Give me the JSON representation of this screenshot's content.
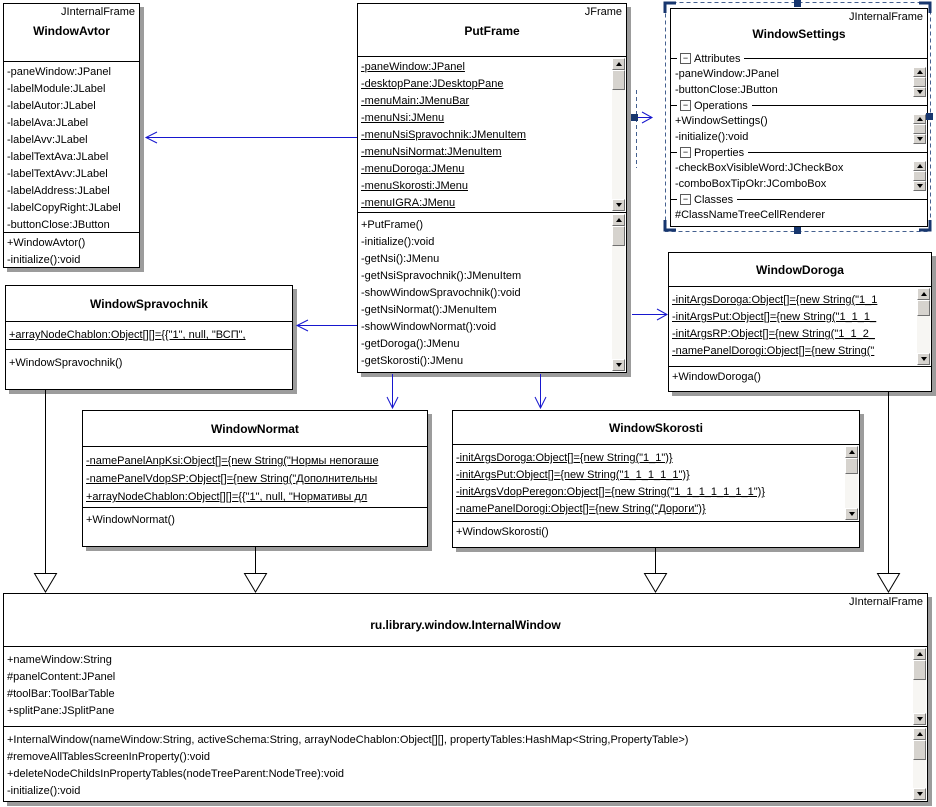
{
  "icons": {
    "minus": "−",
    "scroll_up": "up-triangle",
    "scroll_down": "down-triangle"
  },
  "colors": {
    "association_arrow": "#1717CE",
    "generalization_line": "#000000",
    "selection_border": "#44608f",
    "selection_handle": "#17366e",
    "box_shadow": "#9c9c9c"
  },
  "classes": {
    "window_avtor": {
      "stereotype": "JInternalFrame",
      "name": "WindowAvtor",
      "attributes": [
        "-paneWindow:JPanel",
        "-labelModule:JLabel",
        "-labelAutor:JLabel",
        "-labelAva:JLabel",
        "-labelAvv:JLabel",
        "-labelTextAva:JLabel",
        "-labelTextAvv:JLabel",
        "-labelAddress:JLabel",
        "-labelCopyRight:JLabel",
        "-buttonClose:JButton"
      ],
      "methods": [
        "+WindowAvtor()",
        "-initialize():void"
      ]
    },
    "put_frame": {
      "stereotype": "JFrame",
      "name": "PutFrame",
      "attributes": [
        "-paneWindow:JPanel",
        "-desktopPane:JDesktopPane",
        "-menuMain:JMenuBar",
        "-menuNsi:JMenu",
        "-menuNsiSpravochnik:JMenuItem",
        "-menuNsiNormat:JMenuItem",
        "-menuDoroga:JMenu",
        "-menuSkorosti:JMenu",
        "-menuIGRA:JMenu"
      ],
      "methods": [
        "+PutFrame()",
        "-initialize():void",
        "-getNsi():JMenu",
        "-getNsiSpravochnik():JMenuItem",
        "-showWindowSpravochnik():void",
        "-getNsiNormat():JMenuItem",
        "-showWindowNormat():void",
        "-getDoroga():JMenu",
        "-getSkorosti():JMenu"
      ]
    },
    "window_settings": {
      "stereotype": "JInternalFrame",
      "name": "WindowSettings",
      "groups": [
        {
          "label": "Attributes",
          "items": [
            "-paneWindow:JPanel",
            "-buttonClose:JButton"
          ]
        },
        {
          "label": "Operations",
          "items": [
            "+WindowSettings()",
            "-initialize():void"
          ]
        },
        {
          "label": "Properties",
          "items": [
            "-checkBoxVisibleWord:JCheckBox",
            "-comboBoxTipOkr:JComboBox"
          ]
        },
        {
          "label": "Classes",
          "items": [
            "#ClassNameTreeCellRenderer"
          ]
        }
      ]
    },
    "window_doroga": {
      "name": "WindowDoroga",
      "attributes": [
        "-initArgsDoroga:Object[]={new String(\"1_1",
        "-initArgsPut:Object[]={new String(\"1_1_1_",
        "-initArgsRP:Object[]={new String(\"1_1_2_",
        "-namePanelDorogi:Object[]={new String(\""
      ],
      "methods": [
        "+WindowDoroga()"
      ]
    },
    "window_spravochnik": {
      "name": "WindowSpravochnik",
      "attributes": [
        "+arrayNodeChablon:Object[][]={{\"1\", null, \"ВСП\","
      ],
      "methods": [
        "+WindowSpravochnik()"
      ]
    },
    "window_normat": {
      "name": "WindowNormat",
      "attributes": [
        "-namePanelAnpKsi:Object[]={new String(\"Нормы непогаше",
        "-namePanelVdopSP:Object[]={new String(\"Дополнительны",
        "+arrayNodeChablon:Object[][]={{\"1\", null, \"Нормативы дл"
      ],
      "methods": [
        "+WindowNormat()"
      ]
    },
    "window_skorosti": {
      "name": "WindowSkorosti",
      "attributes": [
        "-initArgsDoroga:Object[]={new String(\"1_1\")}",
        "-initArgsPut:Object[]={new String(\"1_1_1_1_1\")}",
        "-initArgsVdopPeregon:Object[]={new String(\"1_1_1_1_1_1_1\")}",
        "-namePanelDorogi:Object[]={new String(\"Дороги\")}"
      ],
      "methods": [
        "+WindowSkorosti()"
      ]
    },
    "internal_window": {
      "stereotype": "JInternalFrame",
      "name": "ru.library.window.InternalWindow",
      "attributes": [
        "+nameWindow:String",
        "#panelContent:JPanel",
        "#toolBar:ToolBarTable",
        "+splitPane:JSplitPane"
      ],
      "methods": [
        "+InternalWindow(nameWindow:String, activeSchema:String, arrayNodeChablon:Object[][], propertyTables:HashMap<String,PropertyTable>)",
        "#removeAllTablesScreenInProperty():void",
        "+deleteNodeChildsInPropertyTables(nodeTreeParent:NodeTree):void",
        "-initialize():void"
      ]
    }
  }
}
